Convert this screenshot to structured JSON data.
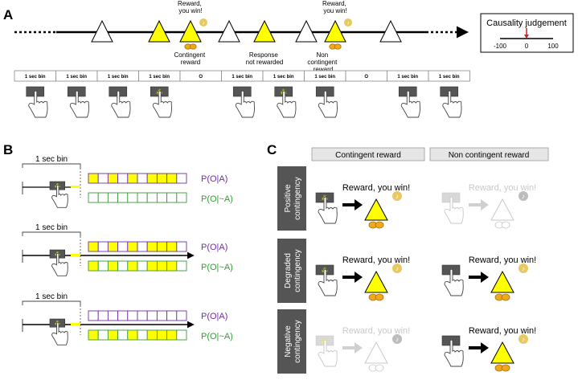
{
  "panel_a": {
    "letter": "A",
    "triangles": [
      {
        "fill": "white"
      },
      {
        "fill": "yellow"
      },
      {
        "fill": "yellow"
      },
      {
        "fill": "white"
      },
      {
        "fill": "yellow"
      },
      {
        "fill": "white"
      },
      {
        "fill": "yellow"
      },
      {
        "fill": "white"
      }
    ],
    "reward_label_1": [
      "Reward,",
      "you win!"
    ],
    "reward_label_2": [
      "Reward,",
      "you win!"
    ],
    "contingent_reward": [
      "Contingent",
      "reward"
    ],
    "response_not_rewarded": [
      "Response",
      "not rewarded"
    ],
    "non_contingent_reward": [
      "Non",
      "contingent",
      "reward"
    ],
    "bins": [
      "1 sec bin",
      "1 sec bin",
      "1 sec bin",
      "1 sec bin",
      "O",
      "1 sec bin",
      "1 sec bin",
      "1 sec bin",
      "O",
      "1 sec bin",
      "1 sec bin"
    ],
    "hand_press": [
      true,
      true,
      true,
      true,
      false,
      true,
      true,
      true,
      false,
      true,
      true
    ],
    "hand_active": [
      false,
      false,
      false,
      true,
      false,
      false,
      true,
      false,
      false,
      false,
      false
    ],
    "causality_title": "Causality  judgement",
    "scale_min": "-100",
    "scale_mid": "0",
    "scale_max": "100"
  },
  "panel_b": {
    "letter": "B",
    "bin_label": "1 sec bin",
    "p_oa": "P(O|A)",
    "p_ona": "P(O|~A)",
    "rows": [
      {
        "top": [
          1,
          0,
          1,
          0,
          1,
          0,
          1,
          1,
          1,
          0
        ],
        "bottom": [
          0,
          0,
          0,
          0,
          0,
          0,
          0,
          0,
          0,
          0
        ]
      },
      {
        "top": [
          1,
          0,
          1,
          0,
          1,
          0,
          1,
          1,
          1,
          0
        ],
        "bottom": [
          1,
          0,
          1,
          0,
          1,
          0,
          1,
          1,
          1,
          0
        ]
      },
      {
        "top": [
          0,
          0,
          0,
          0,
          0,
          0,
          0,
          0,
          0,
          0
        ],
        "bottom": [
          1,
          0,
          1,
          0,
          1,
          0,
          1,
          1,
          1,
          0
        ]
      }
    ]
  },
  "panel_c": {
    "letter": "C",
    "col1": "Contingent reward",
    "col2": "Non contingent reward",
    "rows": [
      "Positive contingency",
      "Degraded contingency",
      "Negative contingency"
    ],
    "reward_text": "Reward, you win!",
    "cells": [
      [
        true,
        false
      ],
      [
        true,
        true
      ],
      [
        false,
        true
      ]
    ]
  },
  "colors": {
    "yellow": "#ffff00",
    "coin": "#f0a81c",
    "purple": "#7030a0",
    "green": "#3a9a3a",
    "grey": "#555555",
    "red": "#d02020"
  }
}
